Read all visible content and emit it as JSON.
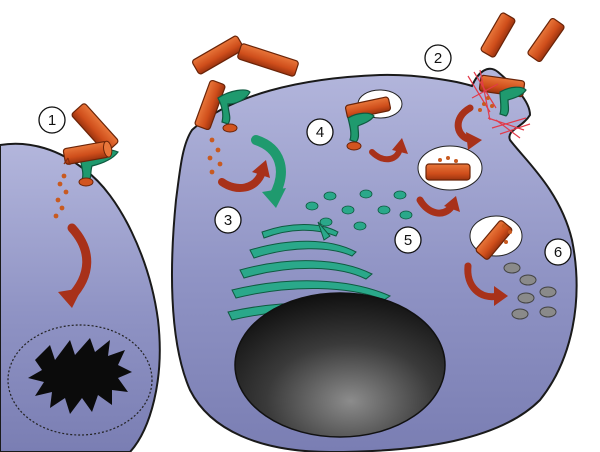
{
  "diagram": {
    "step_labels": [
      "1",
      "2",
      "3",
      "4",
      "5",
      "6"
    ]
  },
  "colors": {
    "cell_fill": "#8b8fc0",
    "cell_light": "#b9bcdf",
    "cell_outline": "#1a1a1a",
    "bacterium": "#d2541f",
    "bacterium_dark": "#8a2c0c",
    "receptor": "#1f9a6e",
    "receptor_dark": "#0f5a40",
    "granule": "#2aa88a",
    "arrow": "#a8311a",
    "toxin_dot": "#c85a20",
    "actin": "#e23a4a",
    "nucleus_dark": "#111111",
    "chromatin": "#0b0b0b",
    "vesicle_gray": "#8a8a8a",
    "vacuole": "#ffffff"
  }
}
